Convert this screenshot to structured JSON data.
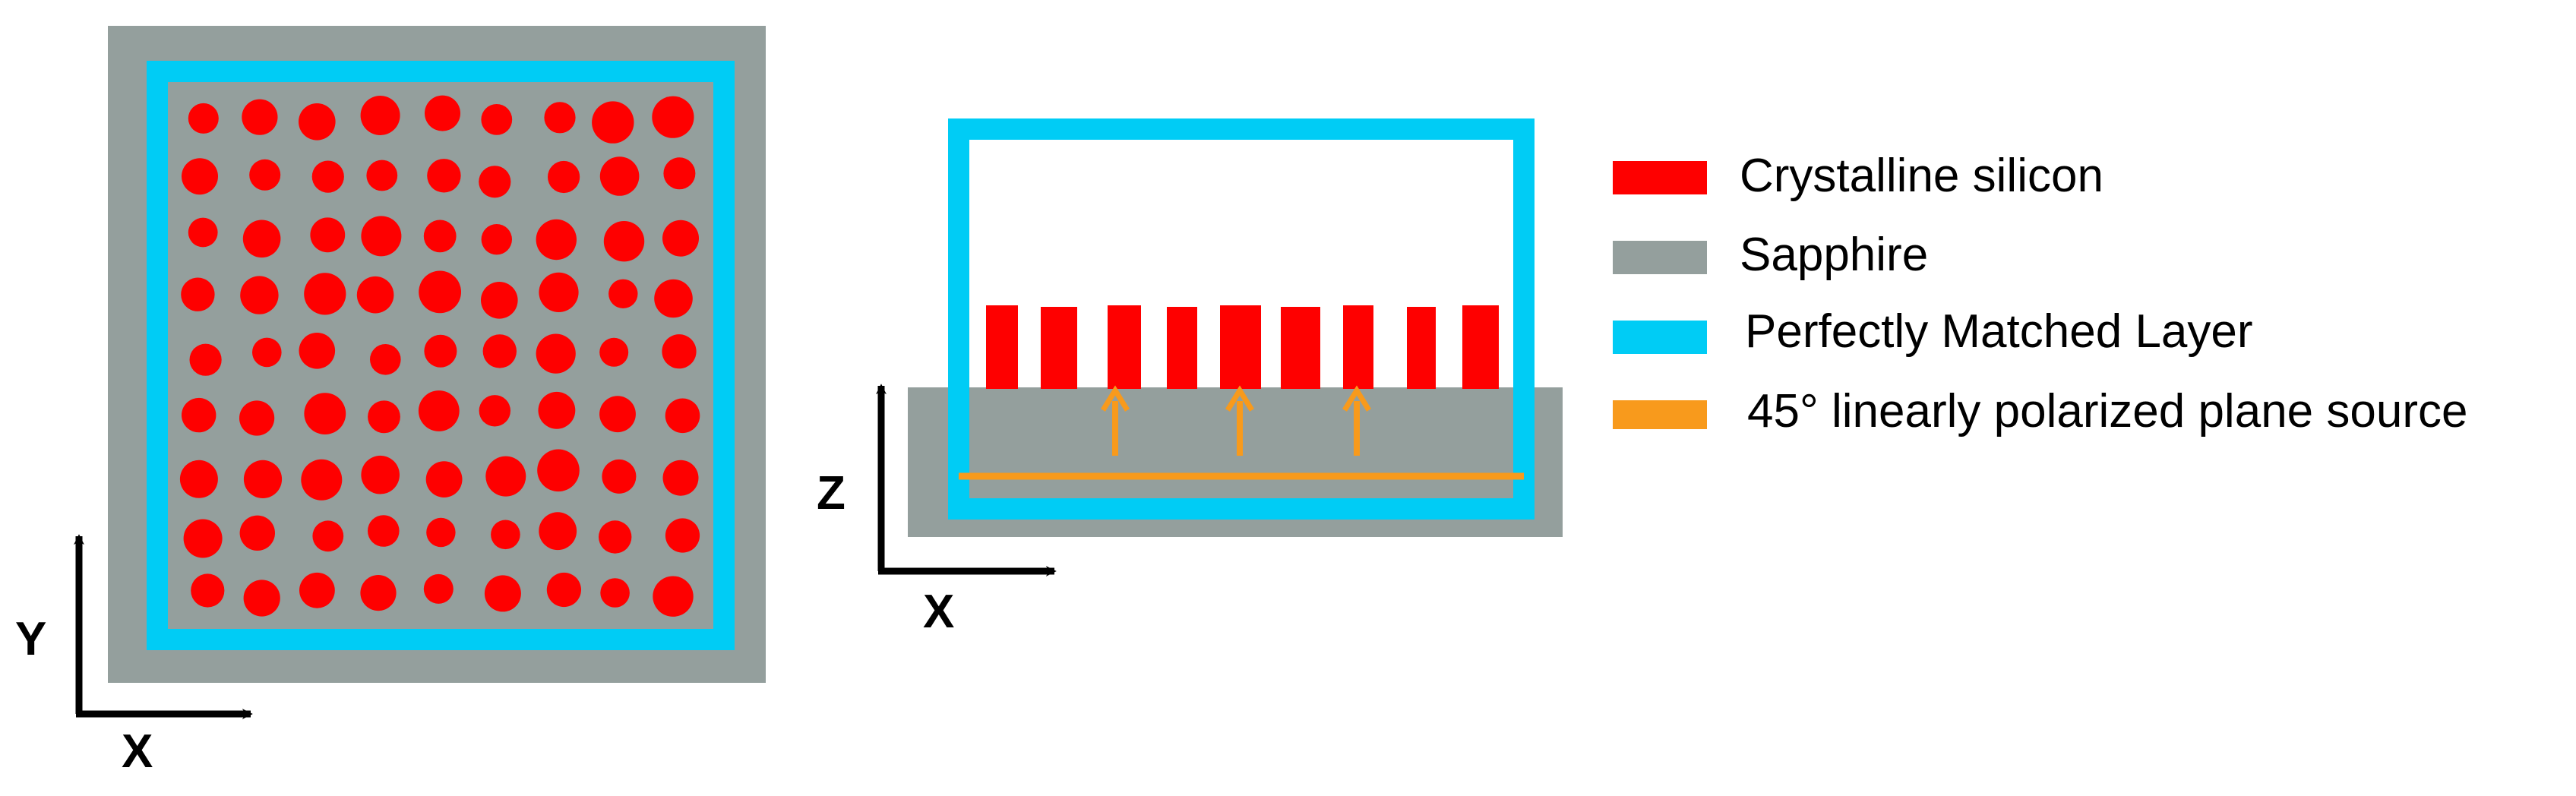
{
  "colors": {
    "silicon": "#fe0000",
    "sapphire": "#949f9d",
    "pml": "#00ccf5",
    "source": "#f89a1c",
    "axis": "#000000",
    "background": "#ffffff"
  },
  "top_view": {
    "axes": {
      "vertical": "Y",
      "horizontal": "X"
    },
    "particle_rows": 9,
    "particle_columns": 9
  },
  "side_view": {
    "axes": {
      "vertical": "Z",
      "horizontal": "X"
    },
    "pillar_count": 9,
    "source_arrow_count": 3
  },
  "legend": {
    "items": [
      {
        "label": "Crystalline silicon",
        "color_key": "silicon"
      },
      {
        "label": "Sapphire",
        "color_key": "sapphire"
      },
      {
        "label": "Perfectly Matched Layer",
        "color_key": "pml"
      },
      {
        "label": "45° linearly polarized plane source",
        "color_key": "source"
      }
    ]
  }
}
